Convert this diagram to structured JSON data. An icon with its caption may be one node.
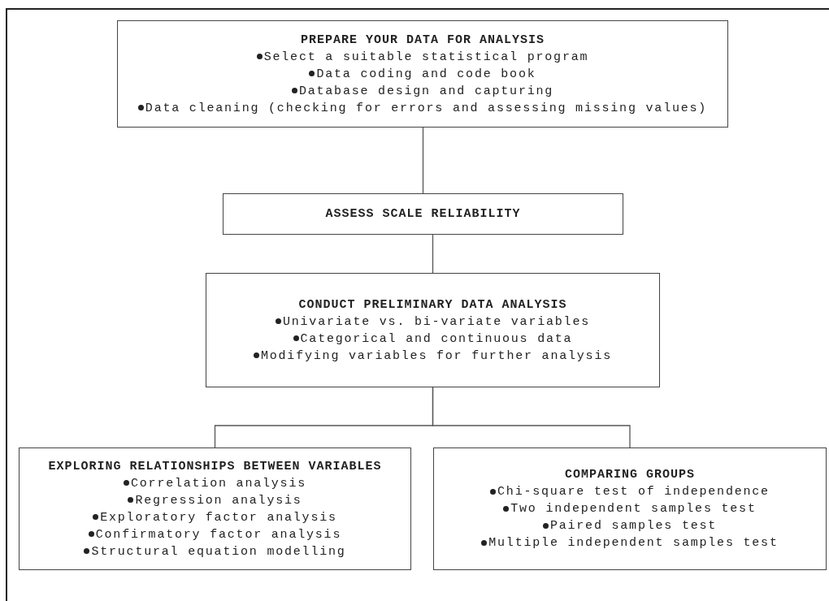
{
  "diagram": {
    "nodes": [
      {
        "text": [
          "PREPARE YOUR DATA FOR ANALYSIS",
          "Select a suitable statistical program",
          "Data coding and code book",
          "Database design and capturing",
          "Data cleaning (checking for errors and assessing missing values)"
        ]
      },
      {
        "text": [
          "ASSESS SCALE RELIABILITY"
        ]
      },
      {
        "text": [
          "CONDUCT PRELIMINARY DATA ANALYSIS",
          "Univariate vs. bi-variate variables",
          "Categorical and continuous data",
          "Modifying variables for further analysis"
        ]
      },
      {
        "text": [
          "EXPLORING RELATIONSHIPS BETWEEN VARIABLES",
          "Correlation analysis",
          "Regression analysis",
          "Exploratory factor analysis",
          "Confirmatory factor analysis",
          "Structural equation modelling"
        ]
      },
      {
        "text": [
          "COMPARING GROUPS",
          "Chi-square test of independence",
          "Two independent samples test",
          "Paired samples test",
          "Multiple independent samples test"
        ]
      }
    ],
    "edges": [
      {
        "from": 0,
        "to": 1,
        "arrow": "none"
      },
      {
        "from": 1,
        "to": 2,
        "arrow": "none"
      },
      {
        "from": 2,
        "to": 3,
        "arrow": "none"
      },
      {
        "from": 2,
        "to": 4,
        "arrow": "none"
      }
    ]
  }
}
